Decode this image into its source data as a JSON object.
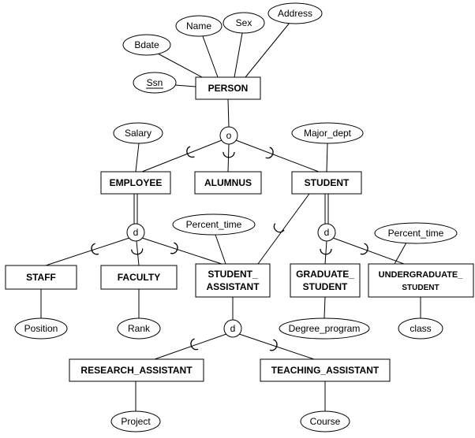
{
  "entities": {
    "person": "PERSON",
    "employee": "EMPLOYEE",
    "alumnus": "ALUMNUS",
    "student": "STUDENT",
    "staff": "STAFF",
    "faculty": "FACULTY",
    "student_assistant": {
      "line1": "STUDENT_",
      "line2": "ASSISTANT"
    },
    "graduate_student": {
      "line1": "GRADUATE_",
      "line2": "STUDENT"
    },
    "undergraduate_student": {
      "line1": "UNDERGRADUATE_",
      "line2": "STUDENT"
    },
    "research_assistant": "RESEARCH_ASSISTANT",
    "teaching_assistant": "TEACHING_ASSISTANT"
  },
  "attributes": {
    "bdate": "Bdate",
    "name": "Name",
    "sex": "Sex",
    "address": "Address",
    "ssn": "Ssn",
    "salary": "Salary",
    "major_dept": "Major_dept",
    "percent_time_left": "Percent_time",
    "percent_time_right": "Percent_time",
    "position": "Position",
    "rank": "Rank",
    "degree_program": "Degree_program",
    "class": "class",
    "project": "Project",
    "course": "Course"
  },
  "notation": {
    "overlapping": "o",
    "disjoint": "d"
  },
  "colors": {
    "line": "#000000",
    "background": "#ffffff"
  }
}
